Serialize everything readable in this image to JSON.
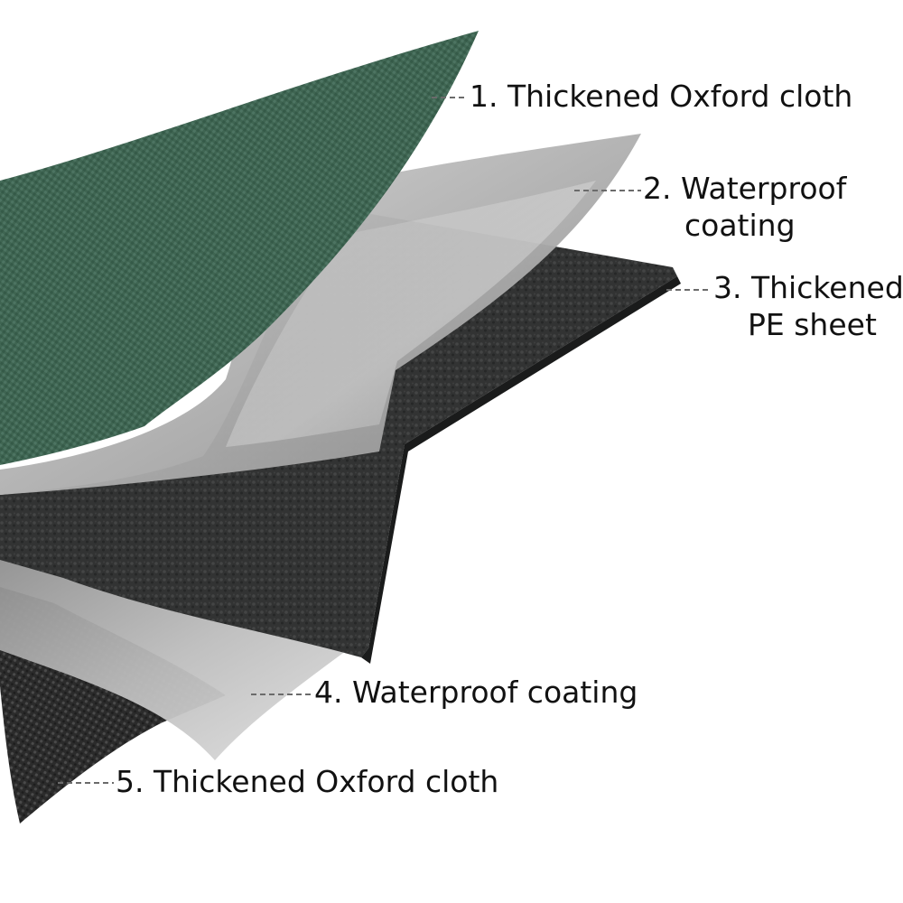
{
  "labels": {
    "layer1": "1. Thickened Oxford cloth",
    "layer2_line1": "2. Waterproof",
    "layer2_line2": "coating",
    "layer3_line1": "3. Thickened",
    "layer3_line2": "PE sheet",
    "layer4": "4. Waterproof coating",
    "layer5": "5. Thickened Oxford cloth"
  },
  "colors": {
    "oxford_green": "#3e6350",
    "coating_gray": "#c7c7c7",
    "pe_black": "#2e2f2f",
    "oxford_dark": "#2a2a2a"
  }
}
